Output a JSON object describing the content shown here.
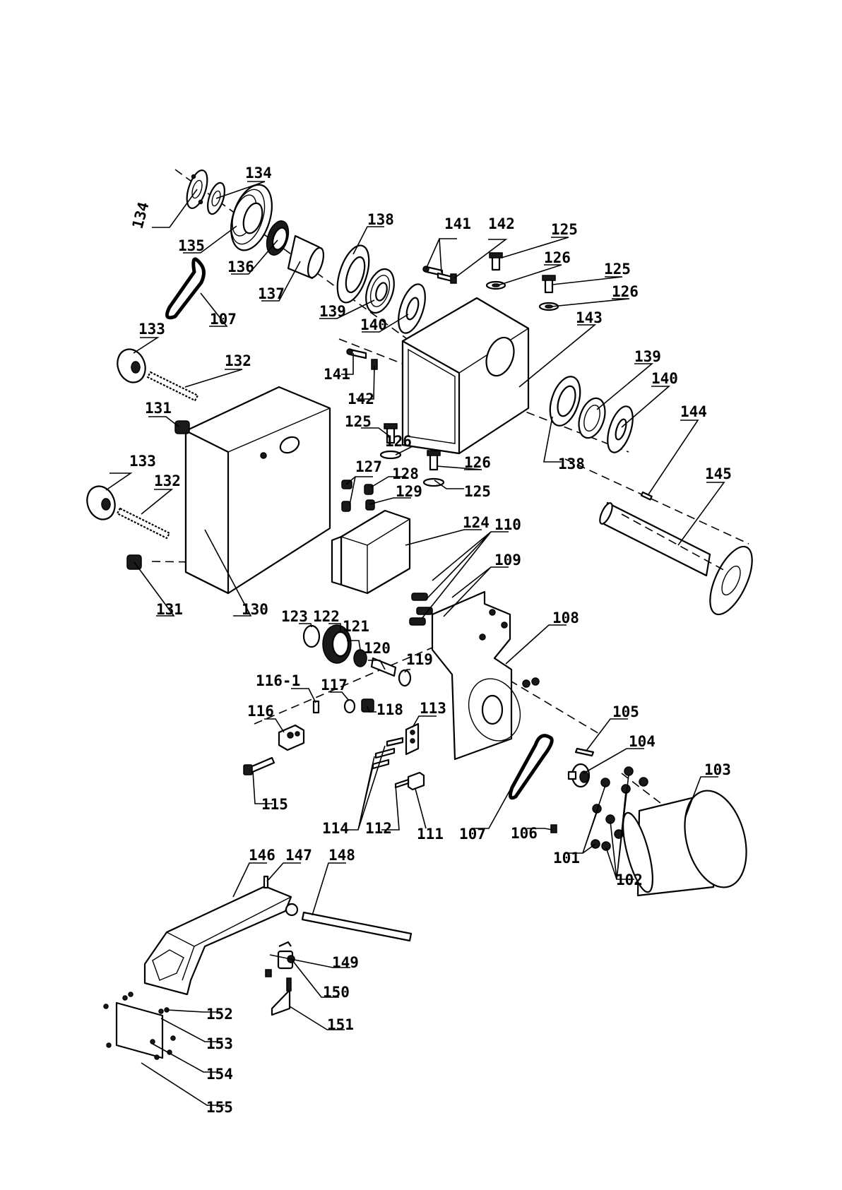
{
  "labels": {
    "p101": "101",
    "p102": "102",
    "p103": "103",
    "p104": "104",
    "p105": "105",
    "p106": "106",
    "p107a": "107",
    "p107b": "107",
    "p108": "108",
    "p109": "109",
    "p110": "110",
    "p111": "111",
    "p112": "112",
    "p113": "113",
    "p114": "114",
    "p115": "115",
    "p116": "116",
    "p116_1": "116-1",
    "p117": "117",
    "p118": "118",
    "p119": "119",
    "p120": "120",
    "p121": "121",
    "p122": "122",
    "p123": "123",
    "p124": "124",
    "p125a": "125",
    "p125b": "125",
    "p125c": "125",
    "p125d": "125",
    "p126a": "126",
    "p126b": "126",
    "p126c": "126",
    "p126d": "126",
    "p127": "127",
    "p128": "128",
    "p129": "129",
    "p130": "130",
    "p131a": "131",
    "p131b": "131",
    "p132a": "132",
    "p132b": "132",
    "p133a": "133",
    "p133b": "133",
    "p134a": "134",
    "p134b": "134",
    "p135": "135",
    "p136": "136",
    "p137": "137",
    "p138a": "138",
    "p138b": "138",
    "p139a": "139",
    "p139b": "139",
    "p140a": "140",
    "p140b": "140",
    "p141a": "141",
    "p141b": "141",
    "p142a": "142",
    "p142b": "142",
    "p143": "143",
    "p144": "144",
    "p145": "145",
    "p146": "146",
    "p147": "147",
    "p148": "148",
    "p149": "149",
    "p150": "150",
    "p151": "151",
    "p152": "152",
    "p153": "153",
    "p154": "154",
    "p155": "155"
  }
}
